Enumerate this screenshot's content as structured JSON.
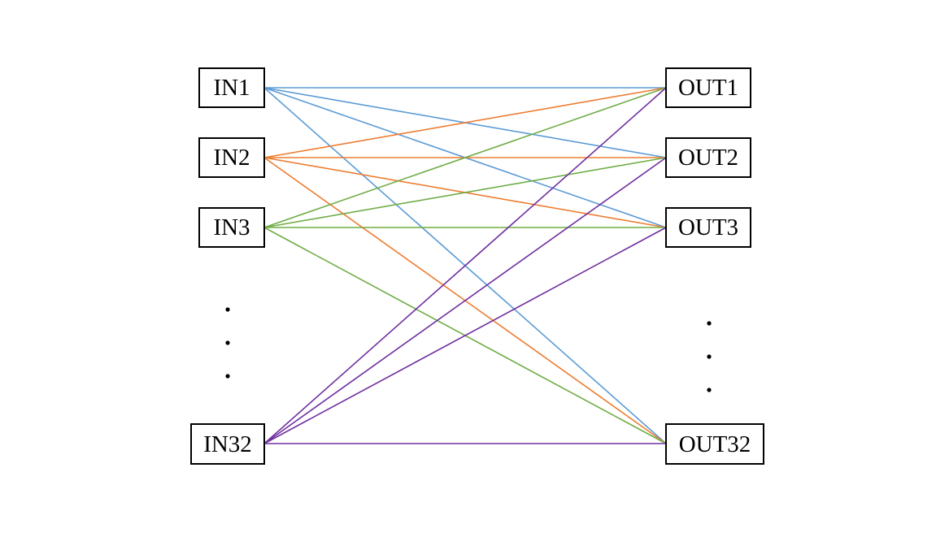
{
  "inputs": [
    {
      "id": "in1",
      "label": "IN1"
    },
    {
      "id": "in2",
      "label": "IN2"
    },
    {
      "id": "in3",
      "label": "IN3"
    },
    {
      "id": "in32",
      "label": "IN32"
    }
  ],
  "outputs": [
    {
      "id": "out1",
      "label": "OUT1"
    },
    {
      "id": "out2",
      "label": "OUT2"
    },
    {
      "id": "out3",
      "label": "OUT3"
    },
    {
      "id": "out32",
      "label": "OUT32"
    }
  ],
  "colors": {
    "in1": "#5b9bd5",
    "in2": "#ed7d31",
    "in3": "#70ad47",
    "in32": "#7030a0"
  },
  "edges": [
    {
      "from": "in1",
      "to": "out1"
    },
    {
      "from": "in1",
      "to": "out2"
    },
    {
      "from": "in1",
      "to": "out3"
    },
    {
      "from": "in1",
      "to": "out32"
    },
    {
      "from": "in2",
      "to": "out1"
    },
    {
      "from": "in2",
      "to": "out2"
    },
    {
      "from": "in2",
      "to": "out3"
    },
    {
      "from": "in2",
      "to": "out32"
    },
    {
      "from": "in3",
      "to": "out1"
    },
    {
      "from": "in3",
      "to": "out2"
    },
    {
      "from": "in3",
      "to": "out3"
    },
    {
      "from": "in3",
      "to": "out32"
    },
    {
      "from": "in32",
      "to": "out1"
    },
    {
      "from": "in32",
      "to": "out2"
    },
    {
      "from": "in32",
      "to": "out3"
    },
    {
      "from": "in32",
      "to": "out32"
    }
  ]
}
